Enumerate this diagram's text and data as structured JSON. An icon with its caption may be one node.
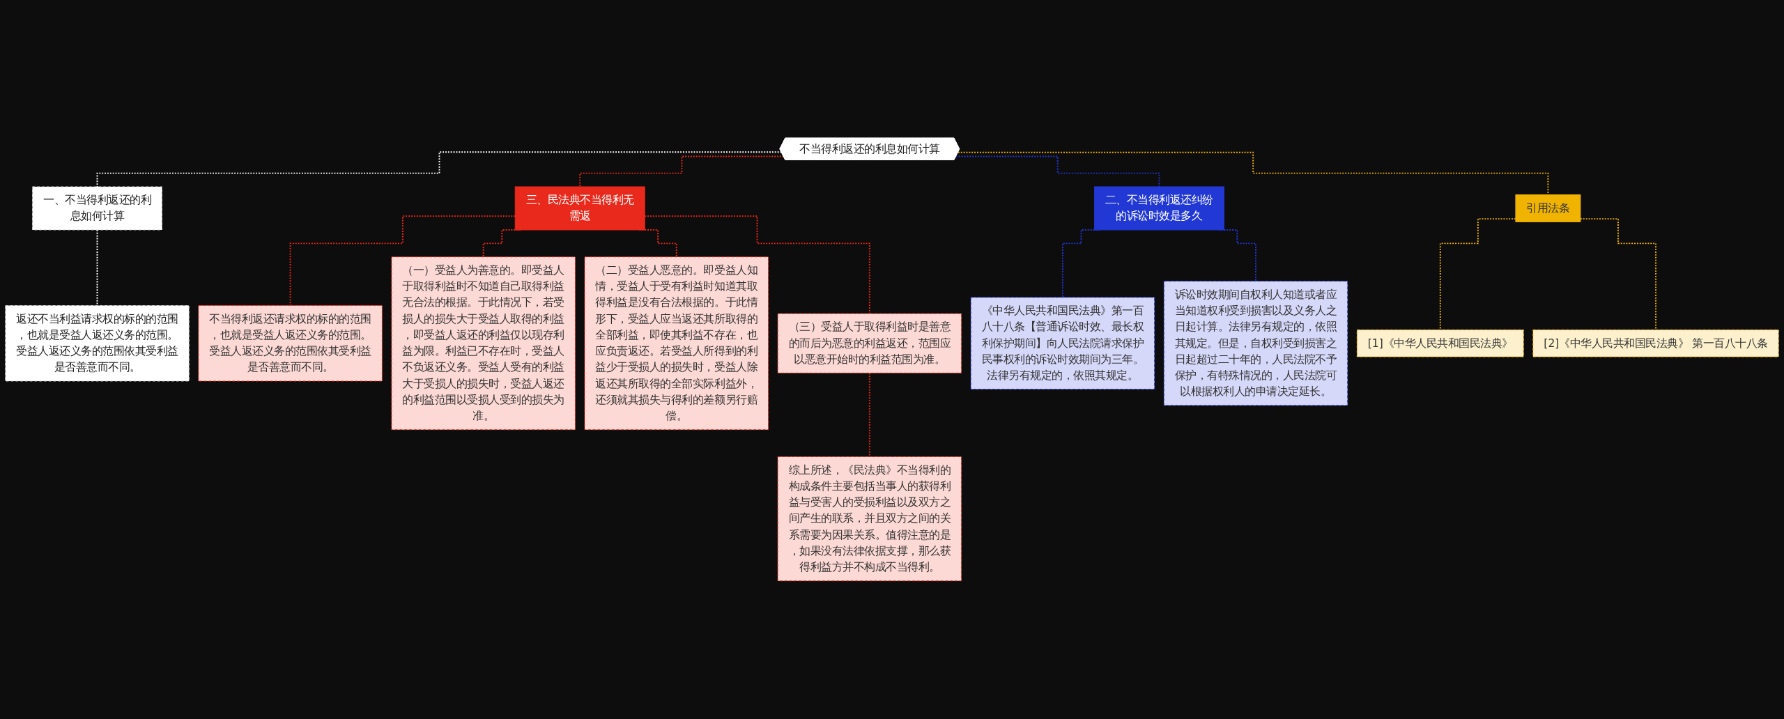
{
  "diagram": {
    "nodes": [
      {
        "text": [
          "不当得利返还的利息如何计算"
        ]
      },
      {
        "text": [
          "一、不当得利返还的利息如何计算"
        ]
      },
      {
        "text": [
          "返还不当利益请求权的标的的范围，也就是受益人返还义务的范围。受益人返还义务的范围依其受利益是否善意而不同。"
        ]
      },
      {
        "text": [
          "三、民法典不当得利无需返"
        ]
      },
      {
        "text": [
          "不当得利返还请求权的标的的范围，也就是受益人返还义务的范围。受益人返还义务的范围依其受利益是否善意而不同。"
        ]
      },
      {
        "text": [
          "（一）受益人为善意的。即受益人于取得利益时不知道自己取得利益无合法的根据。于此情况下，若受损人的损失大于受益人取得的利益，即受益人返还的利益仅以现存利益为限。利益已不存在时，受益人不负返还义务。受益人受有的利益大于受损人的损失时，受益人返还的利益范围以受损人受到的损失为准。"
        ]
      },
      {
        "text": [
          "（二）受益人恶意的。即受益人知情，受益人于受有利益时知道其取得利益是没有合法根据的。于此情形下，受益人应当返还其所取得的全部利益，即使其利益不存在，也应负责返还。若受益人所得到的利益少于受损人的损失时，受益人除返还其所取得的全部实际利益外，还须就其损失与得利的差额另行赔偿。"
        ]
      },
      {
        "text": [
          "（三）受益人于取得利益时是善意的而后为恶意的利益返还，范围应以恶意开始时的利益范围为准。"
        ]
      },
      {
        "text": [
          "综上所述，《民法典》不当得利的构成条件主要包括当事人的获得利益与受害人的受损利益以及双方之间产生的联系，并且双方之间的关系需要为因果关系。值得注意的是，如果没有法律依据支撑，那么获得利益方并不构成不当得利。"
        ]
      },
      {
        "text": [
          "二、不当得利返还纠纷的诉讼时效是多久"
        ]
      },
      {
        "text": [
          "《中华人民共和国民法典》第一百八十八条【普通诉讼时效、最长权利保护期间】向人民法院请求保护民事权利的诉讼时效期间为三年。法律另有规定的，依照其规定。"
        ]
      },
      {
        "text": [
          "诉讼时效期间自权利人知道或者应当知道权利受到损害以及义务人之日起计算。法律另有规定的，依照其规定。但是，自权利受到损害之日起超过二十年的，人民法院不予保护，有特殊情况的，人民法院可以根据权利人的申请决定延长。"
        ]
      },
      {
        "text": [
          "引用法条"
        ]
      },
      {
        "text": [
          "[1]《中华人民共和国民法典》"
        ]
      },
      {
        "text": [
          "[2]《中华人民共和国民法典》 第一百八十八条"
        ]
      }
    ],
    "edges": [
      {
        "from": 0,
        "to": 1,
        "arrow": "none",
        "style": "dashed",
        "color": "#ffffff"
      },
      {
        "from": 1,
        "to": 2,
        "arrow": "none",
        "style": "dashed",
        "color": "#ffffff"
      },
      {
        "from": 0,
        "to": 3,
        "arrow": "none",
        "style": "dashed",
        "color": "#e8291c"
      },
      {
        "from": 3,
        "to": 4,
        "arrow": "none",
        "style": "dashed",
        "color": "#e8291c"
      },
      {
        "from": 3,
        "to": 5,
        "arrow": "none",
        "style": "dashed",
        "color": "#e8291c"
      },
      {
        "from": 3,
        "to": 6,
        "arrow": "none",
        "style": "dashed",
        "color": "#e8291c"
      },
      {
        "from": 3,
        "to": 7,
        "arrow": "none",
        "style": "dashed",
        "color": "#e8291c"
      },
      {
        "from": 7,
        "to": 8,
        "arrow": "none",
        "style": "dashed",
        "color": "#e8291c"
      },
      {
        "from": 0,
        "to": 9,
        "arrow": "none",
        "style": "dashed",
        "color": "#2238d4"
      },
      {
        "from": 9,
        "to": 10,
        "arrow": "none",
        "style": "dashed",
        "color": "#2238d4"
      },
      {
        "from": 9,
        "to": 11,
        "arrow": "none",
        "style": "dashed",
        "color": "#2238d4"
      },
      {
        "from": 0,
        "to": 12,
        "arrow": "none",
        "style": "dashed",
        "color": "#f0b400"
      },
      {
        "from": 12,
        "to": 13,
        "arrow": "none",
        "style": "dashed",
        "color": "#f0b400"
      },
      {
        "from": 12,
        "to": 14,
        "arrow": "none",
        "style": "dashed",
        "color": "#f0b400"
      }
    ]
  }
}
